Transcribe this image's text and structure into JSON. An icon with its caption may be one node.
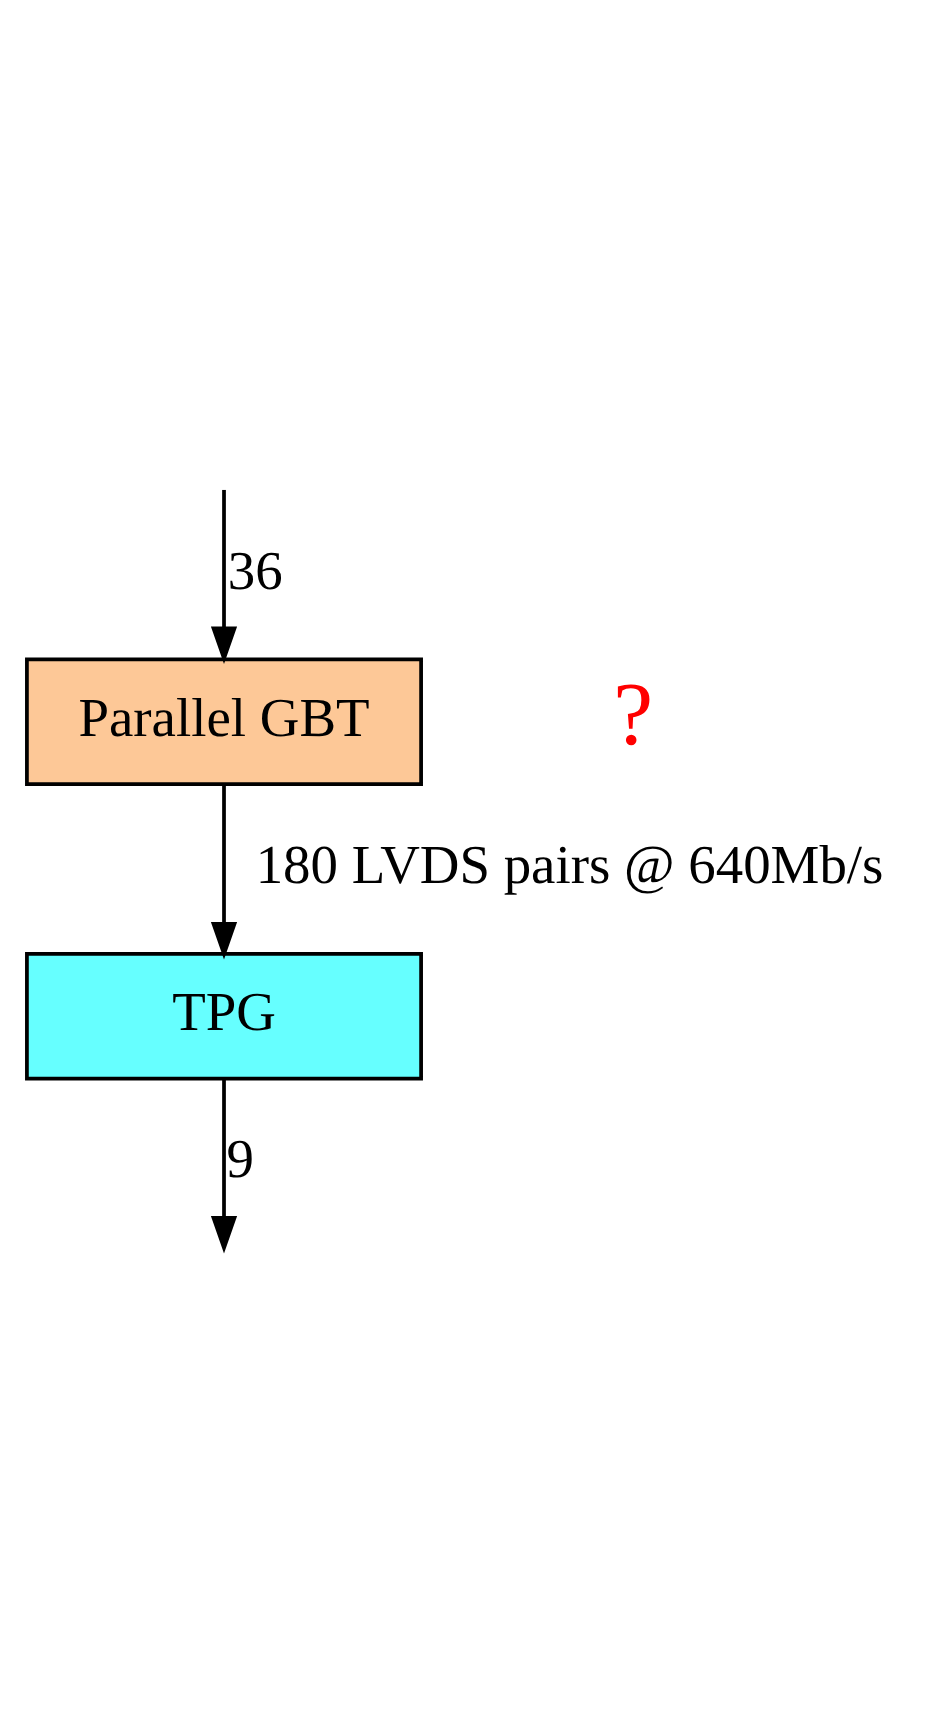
{
  "diagram": {
    "nodes": [
      {
        "text": [
          "Parallel GBT"
        ],
        "beside": [
          "?"
        ]
      },
      {
        "text": [
          "TPG"
        ]
      }
    ],
    "edges": [
      {
        "from": null,
        "to": 0,
        "arrow": "to",
        "label": "36"
      },
      {
        "from": 0,
        "to": 1,
        "arrow": "to",
        "label": "180 LVDS pairs @ 640Mb/s"
      },
      {
        "from": 1,
        "to": null,
        "arrow": "to",
        "label": "9"
      }
    ]
  }
}
